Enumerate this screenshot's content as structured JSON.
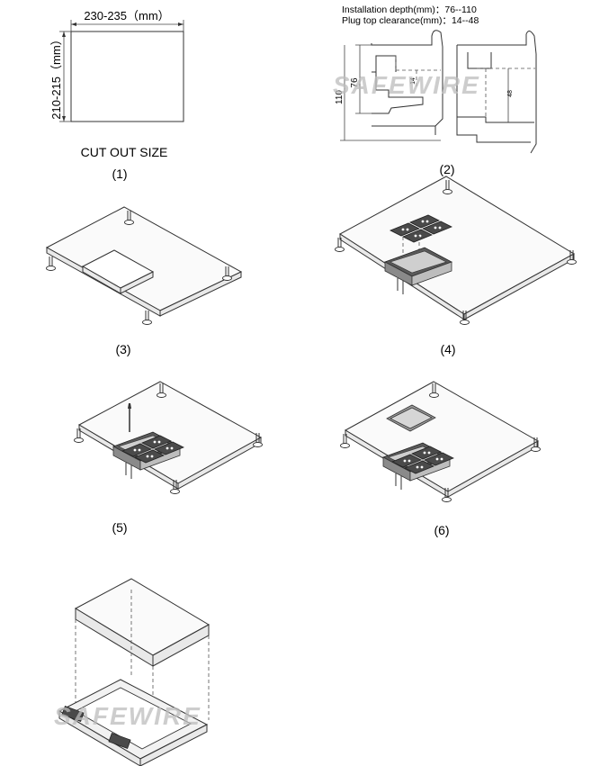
{
  "step1": {
    "width_dim": "230-235（mm）",
    "height_dim": "210-215（mm）",
    "title": "CUT OUT SIZE",
    "label": "(1)"
  },
  "step2": {
    "installation_depth": "Installation depth(mm)：76--110",
    "plug_clearance": "Plug top clearance(mm)：14--48",
    "dim_76": "76",
    "dim_110": "110",
    "dim_14": "14",
    "dim_48": "48",
    "label": "(2)"
  },
  "step3": {
    "label": "(3)"
  },
  "step4": {
    "label": "(4)"
  },
  "step5": {
    "label": "(5)"
  },
  "step6": {
    "label": "(6)"
  },
  "watermark": {
    "text": "SAFEWIRE"
  }
}
